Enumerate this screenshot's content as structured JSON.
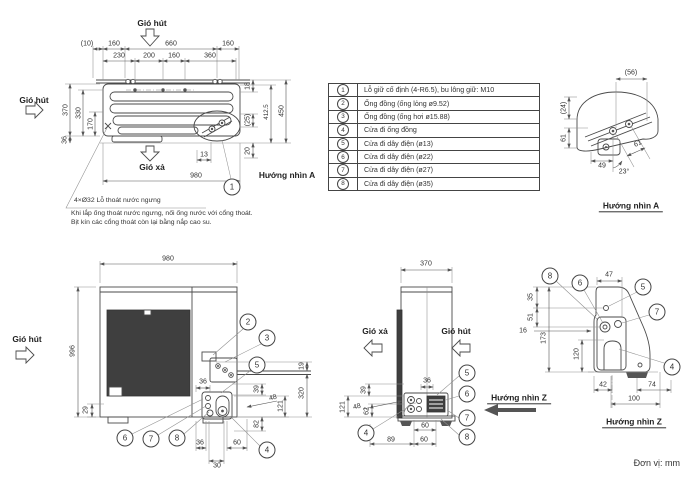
{
  "top_view": {
    "labels": {
      "gio_hut_top": "Gió hút",
      "gio_hut_left": "Gió hút",
      "gio_xa": "Gió xả",
      "view_a": "Hướng nhìn A"
    },
    "callout": "1",
    "dims": {
      "off10": "(10)",
      "t160a": "160",
      "t660": "660",
      "t160b": "160",
      "r230": "230",
      "r200": "200",
      "r160": "160",
      "r360": "360",
      "d370": "370",
      "d330": "330",
      "d170": "170",
      "d36": "36",
      "d18": "18",
      "d412": "412.5",
      "d450": "450",
      "d25": "(25)",
      "d20": "20",
      "d13": "13",
      "w980": "980"
    },
    "notes": {
      "drain": "4×Ø32 Lỗ thoát nước ngưng",
      "line1": "Khi lắp ống thoát nước ngưng, nối ống nước với cổng thoát.",
      "line2": "Bịt kín các cổng thoát còn lại bằng nắp cao su."
    }
  },
  "legend": {
    "rows": [
      {
        "num": "1",
        "text": "Lỗ giữ cố định (4-R6.5), bu lông giữ: M10"
      },
      {
        "num": "2",
        "text": "Ống đồng (ống lỏng ø9.52)"
      },
      {
        "num": "3",
        "text": "Ống đồng (ống hơi ø15.88)"
      },
      {
        "num": "4",
        "text": "Cửa đi ống đồng"
      },
      {
        "num": "5",
        "text": "Cửa đi dây điện (ø13)"
      },
      {
        "num": "6",
        "text": "Cửa đi dây điện (ø22)"
      },
      {
        "num": "7",
        "text": "Cửa đi dây điện (ø27)"
      },
      {
        "num": "8",
        "text": "Cửa đi dây điện (ø35)"
      }
    ]
  },
  "view_a": {
    "label": "Hướng nhìn A",
    "dims": {
      "d56": "(56)",
      "d24": "(24)",
      "d61v": "61",
      "d49": "49",
      "d61d": "61",
      "angle": "23°"
    }
  },
  "front_view": {
    "labels": {
      "gio_hut": "Gió hút"
    },
    "dims": {
      "w980": "980",
      "h996": "996",
      "d29": "29",
      "d19": "19",
      "d320": "320",
      "d39": "39",
      "d48": "48",
      "d121": "121",
      "d82": "82",
      "d36mid": "36",
      "d36": "36",
      "d60": "60",
      "d30": "30"
    },
    "callouts": {
      "c2": "2",
      "c3": "3",
      "c4": "4",
      "c5": "5",
      "c6": "6",
      "c7": "7",
      "c8": "8"
    }
  },
  "side_view": {
    "labels": {
      "gio_xa": "Gió xả",
      "gio_hut": "Gió hút",
      "view_z": "Hướng nhìn Z"
    },
    "dims": {
      "d370": "370",
      "d36": "36",
      "d39": "39",
      "d48": "48",
      "d121": "121",
      "d62": "62",
      "d60a": "60",
      "d89": "89",
      "d60b": "60"
    },
    "callouts": {
      "c4": "4",
      "c5": "5",
      "c6": "6",
      "c7": "7",
      "c8": "8"
    }
  },
  "view_z": {
    "label": "Hướng nhìn Z",
    "dims": {
      "d47": "47",
      "d35": "35",
      "d51": "51",
      "d16": "16",
      "d173": "173",
      "d120": "120",
      "d42": "42",
      "d74": "74",
      "d100": "100"
    },
    "callouts": {
      "c4": "4",
      "c5": "5",
      "c6": "6",
      "c7": "7",
      "c8": "8"
    }
  },
  "footer": {
    "unit": "Đơn vị: mm"
  },
  "colors": {
    "line": "#4a4a4a",
    "dark_fill": "#3f3f3f",
    "text": "#333333"
  }
}
